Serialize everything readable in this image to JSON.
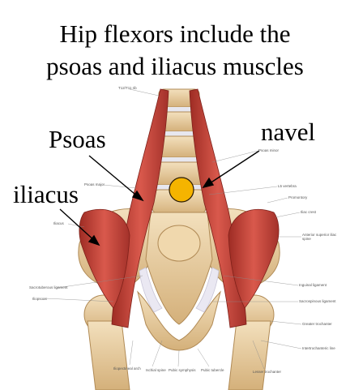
{
  "title": {
    "line1": "Hip flexors include the",
    "line2": "psoas and iliacus muscles"
  },
  "labels": {
    "psoas": "Psoas",
    "navel": "navel",
    "iliacus": "iliacus"
  },
  "anatomy_labels": {
    "t12": "T12/T11 rib",
    "psoas_minor": "Psoas minor",
    "psoas_major": "Psoas major",
    "l5": "L5 vertebra",
    "promontory": "Promontory",
    "iliac_crest": "Iliac crest",
    "iliacus": "Iliacus",
    "asis": "Anterior superior iliac spine",
    "sacrotuberous": "Sacrotuberous ligament",
    "inguinal": "Inguinal ligament",
    "iliopsoas": "Iliopsoas",
    "sacrospinous": "Sacrospinous ligament",
    "greater_trochanter": "Greater trochanter",
    "intertrochanteric": "Intertrochanteric line",
    "lesser_trochanter": "Lesser trochanter",
    "iliopectineal": "Iliopectineal arch",
    "ischial_spine": "Ischial spine",
    "pubic_symphysis": "Pubic symphysis",
    "pubic_tubercle": "Pubic tubercle"
  },
  "colors": {
    "navel_dot": "#f5b400",
    "muscle": "#c8443a",
    "bone": "#e8cfa4"
  }
}
